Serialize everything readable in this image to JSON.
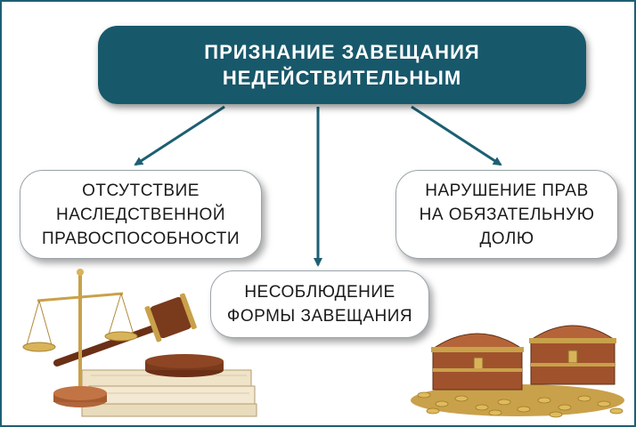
{
  "title": {
    "line1": "ПРИЗНАНИЕ ЗАВЕЩАНИЯ",
    "line2": "НЕДЕЙСТВИТЕЛЬНЫМ"
  },
  "nodes": [
    {
      "lines": [
        "ОТСУТСТВИЕ",
        "НАСЛЕДСТВЕННОЙ",
        "ПРАВОСПОСОБНОСТИ"
      ]
    },
    {
      "lines": [
        "НЕСОБЛЮДЕНИЕ",
        "ФОРМЫ ЗАВЕЩАНИЯ"
      ]
    },
    {
      "lines": [
        "НАРУШЕНИЕ ПРАВ",
        "НА ОБЯЗАТЕЛЬНУЮ",
        "ДОЛЮ"
      ]
    }
  ],
  "colors": {
    "title_bg": "#17586b",
    "arrow": "#1d5f73",
    "frame": "#1d5f73"
  },
  "illustrations": {
    "left": "gavel-scales-book-icon",
    "right": "treasure-chests-coins-icon"
  }
}
